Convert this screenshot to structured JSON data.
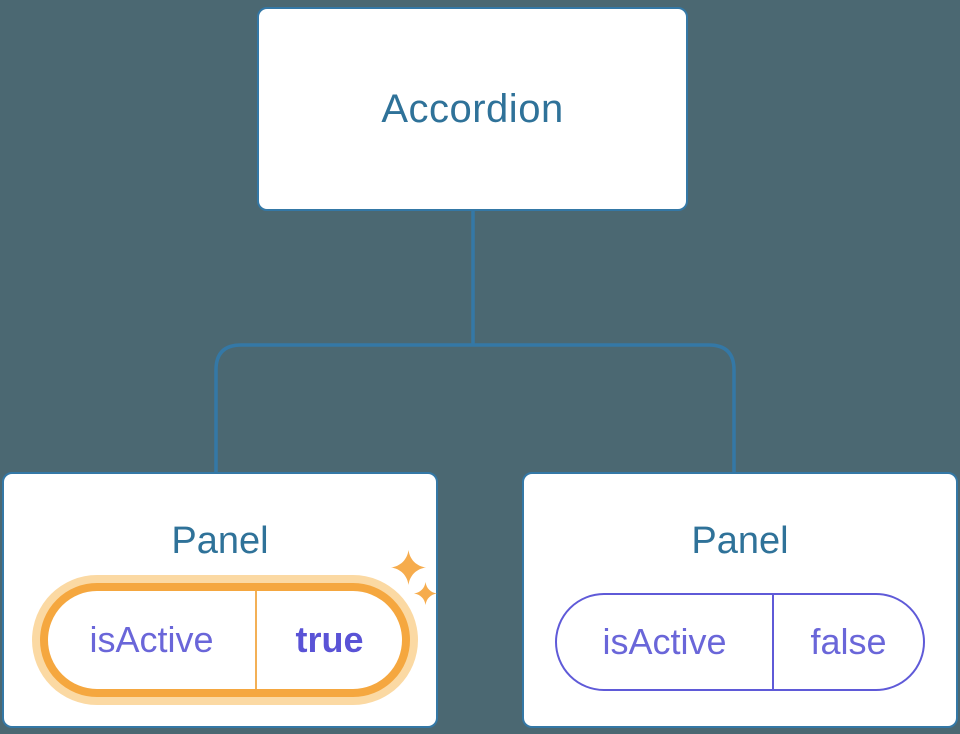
{
  "colors": {
    "bg": "#4b6872",
    "node_fill": "#ffffff",
    "blue_border": "#3478a6",
    "blue_text": "#2f7299",
    "line": "#3478a6",
    "orange": "#f5a73f",
    "orange_glow": "#fbd9a3",
    "orange_divider": "#f3b056",
    "sparkle": "#f6ac4d",
    "purple": "#6a66d9",
    "purple_bold": "#5a53d6",
    "purple_border": "#5f5ad8"
  },
  "tree": {
    "root": {
      "label": "Accordion"
    },
    "children": [
      {
        "title": "Panel",
        "prop": {
          "name": "isActive",
          "value": "true"
        },
        "state": "active"
      },
      {
        "title": "Panel",
        "prop": {
          "name": "isActive",
          "value": "false"
        },
        "state": "inactive"
      }
    ]
  },
  "icons": {
    "sparkle": "sparkle-icon"
  }
}
